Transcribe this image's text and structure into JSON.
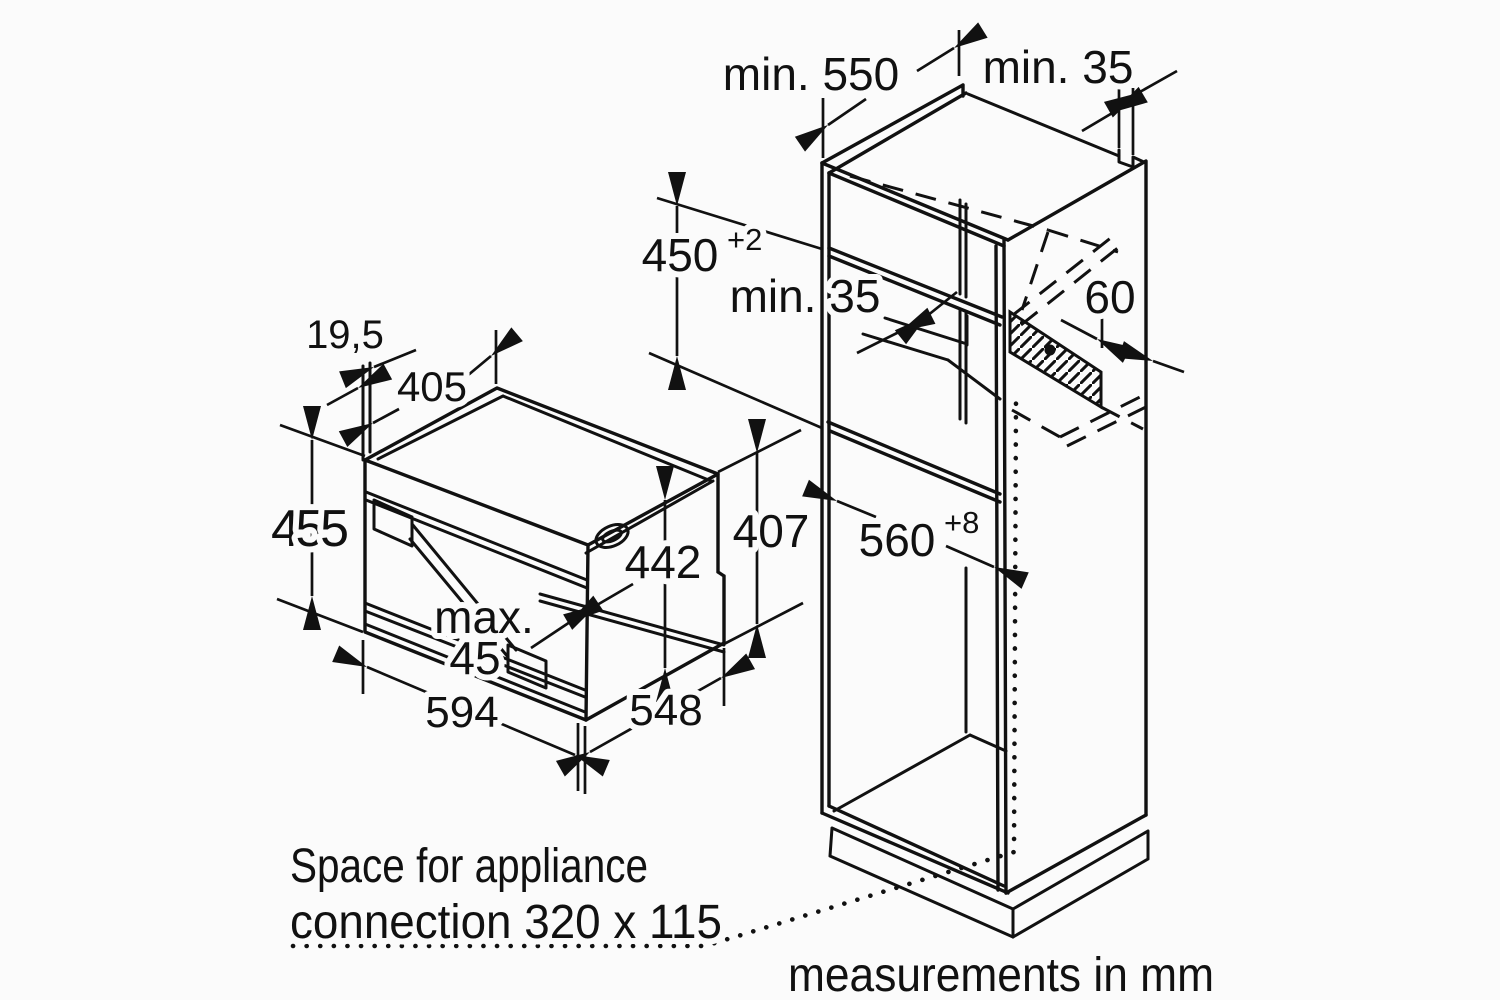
{
  "diagram": {
    "kind": "built-in oven installation drawing",
    "units_note": "measurements in mm",
    "connection_note": {
      "line1": "Space for appliance",
      "line2": "connection 320 x 115"
    },
    "appliance_dims": {
      "door_protrusion": "19,5",
      "top_depth": "405",
      "height": "455",
      "front_height": "442",
      "side_height": "407",
      "max_word": "max.",
      "max_value": "45",
      "width": "594",
      "depth": "548"
    },
    "cabinet_dims": {
      "cabinet_depth": "min. 550",
      "top_rear_gap": "min. 35",
      "niche_height": "450",
      "niche_height_tol": "+2",
      "shelf_rear_gap": "min. 35",
      "vent_width": "60",
      "niche_width": "560",
      "niche_width_tol": "+8"
    },
    "colors": {
      "line": "#111111",
      "background": "#fbfbfb"
    }
  }
}
